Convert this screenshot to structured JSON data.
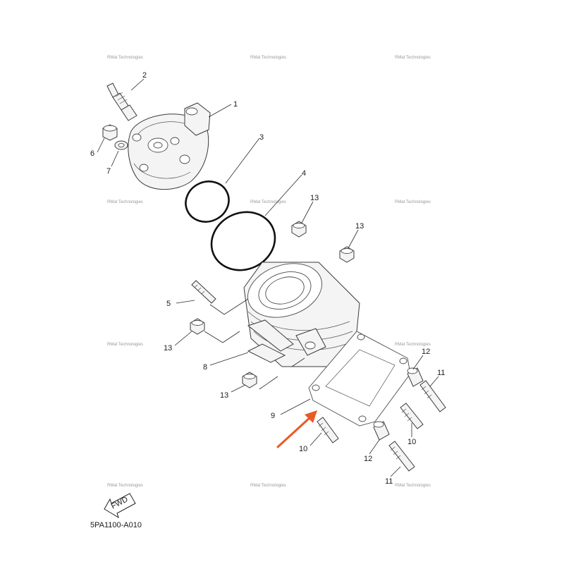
{
  "diagram": {
    "code": "5PA1100-A010",
    "fwd_label": "FWD",
    "watermark_text": "RMat Technologies",
    "arrow_color": "#ea5a24",
    "callouts": {
      "n1": "1",
      "n2": "2",
      "n3": "3",
      "n4": "4",
      "n5": "5",
      "n6": "6",
      "n7": "7",
      "n8": "8",
      "n9": "9",
      "n10a": "10",
      "n10b": "10",
      "n11a": "11",
      "n11b": "11",
      "n12a": "12",
      "n12b": "12",
      "n13a": "13",
      "n13b": "13",
      "n13c": "13",
      "n13d": "13"
    }
  }
}
